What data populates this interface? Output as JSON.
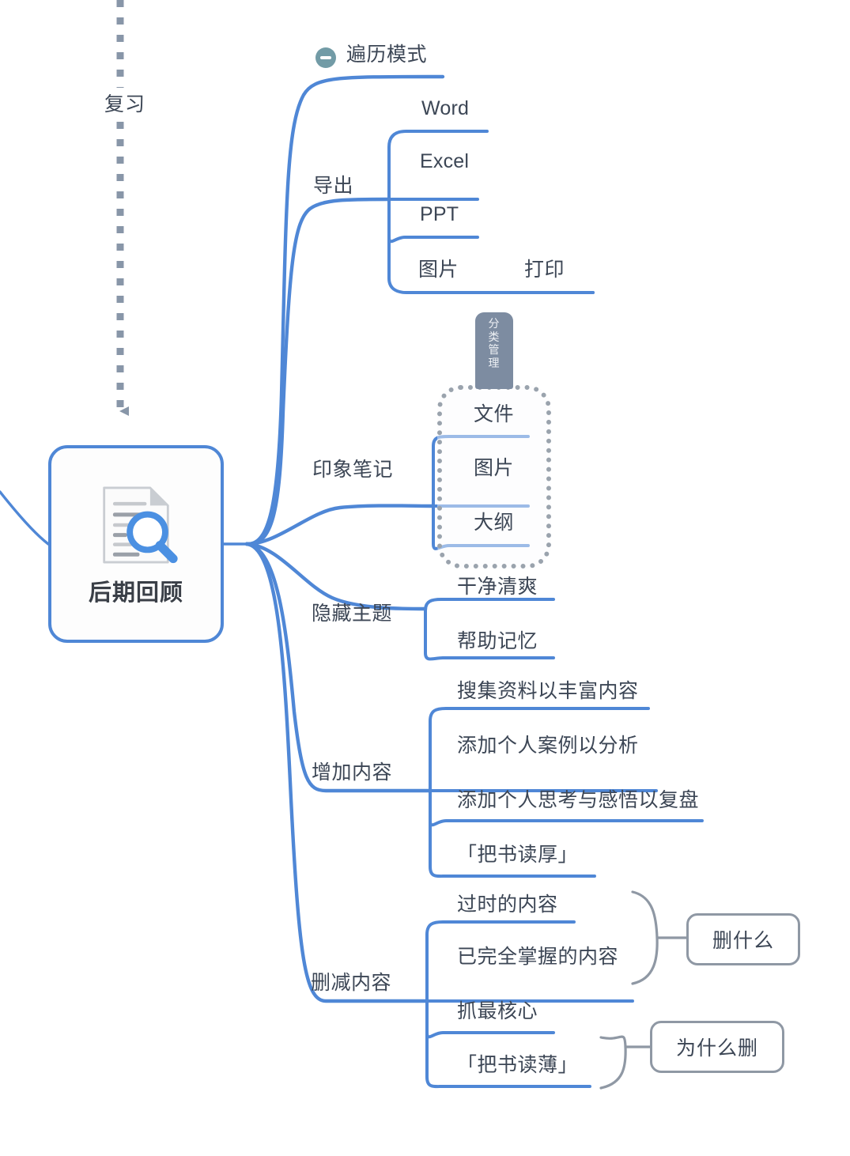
{
  "diagram": {
    "type": "mindmap",
    "title": "后期回顾",
    "accent_blue": "#4f87d6",
    "text_color": "#3c4655",
    "gray_accent": "#8f98a4",
    "badge_color": "#729ba6",
    "tag_color": "#7d8ca1"
  },
  "root": {
    "label": "后期回顾",
    "icon": "document-search-icon"
  },
  "relation": {
    "label": "复习",
    "arrow": "dashed-down-arrow"
  },
  "collapse_badge": {
    "icon": "minus-circle-icon",
    "state": "expanded"
  },
  "branches": [
    {
      "id": "traverse",
      "label": "遍历模式",
      "children": []
    },
    {
      "id": "export",
      "label": "导出",
      "children": [
        {
          "label": "Word",
          "children": []
        },
        {
          "label": "Excel",
          "children": []
        },
        {
          "label": "PPT",
          "children": []
        },
        {
          "label": "图片",
          "children": [
            {
              "label": "打印",
              "children": []
            }
          ]
        }
      ]
    },
    {
      "id": "evernote",
      "label": "印象笔记",
      "children": [
        {
          "label": "文件",
          "children": []
        },
        {
          "label": "图片",
          "children": []
        },
        {
          "label": "大纲",
          "children": []
        }
      ]
    },
    {
      "id": "hide-topic",
      "label": "隐藏主题",
      "children": [
        {
          "label": "干净清爽",
          "children": []
        },
        {
          "label": "帮助记忆",
          "children": []
        }
      ]
    },
    {
      "id": "add-content",
      "label": "增加内容",
      "children": [
        {
          "label": "搜集资料以丰富内容",
          "children": []
        },
        {
          "label": "添加个人案例以分析",
          "children": []
        },
        {
          "label": "添加个人思考与感悟以复盘",
          "children": []
        },
        {
          "label": "「把书读厚」",
          "children": []
        }
      ]
    },
    {
      "id": "remove-content",
      "label": "删减内容",
      "children": [
        {
          "label": "过时的内容",
          "children": []
        },
        {
          "label": "已完全掌握的内容",
          "children": []
        },
        {
          "label": "抓最核心",
          "children": []
        },
        {
          "label": "「把书读薄」",
          "children": []
        }
      ]
    }
  ],
  "boundary": {
    "tag_label": "分类管理",
    "tag_chars": [
      "分",
      "类",
      "管",
      "理"
    ]
  },
  "callouts": [
    {
      "id": "what-to-delete",
      "label": "删什么"
    },
    {
      "id": "why-delete",
      "label": "为什么删"
    }
  ]
}
